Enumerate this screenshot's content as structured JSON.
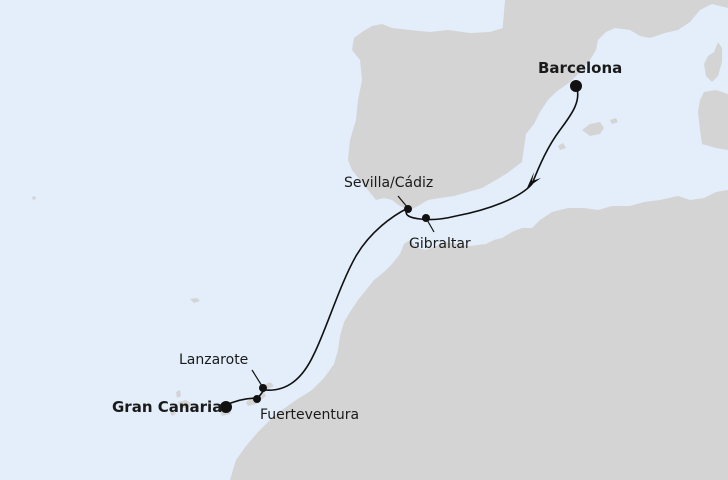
{
  "map": {
    "colors": {
      "sea": "#e3eefa",
      "land": "#d4d4d4",
      "route": "#111111",
      "port": "#111111",
      "label": "#1a1a1a"
    },
    "ports": [
      {
        "name": "Barcelona",
        "role": "start"
      },
      {
        "name": "Sevilla/Cádiz",
        "role": "stop"
      },
      {
        "name": "Gibraltar",
        "role": "stop"
      },
      {
        "name": "Lanzarote",
        "role": "stop"
      },
      {
        "name": "Fuerteventura",
        "role": "stop"
      },
      {
        "name": "Gran Canaria",
        "role": "end"
      }
    ],
    "route_order": [
      "Barcelona",
      "Gibraltar",
      "Sevilla/Cádiz",
      "Lanzarote",
      "Fuerteventura",
      "Gran Canaria"
    ],
    "icons": {
      "direction_arrow": "arrowhead-icon",
      "port_marker": "dot-icon"
    }
  }
}
